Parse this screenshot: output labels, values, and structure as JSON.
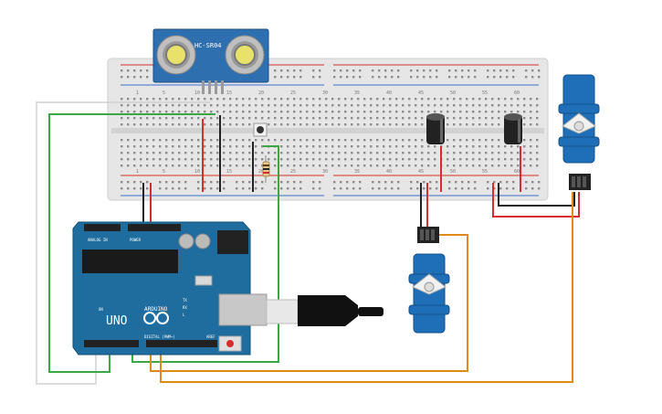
{
  "sensor": {
    "label": "HC-SR04"
  },
  "arduino": {
    "brand": "ARDUINO",
    "model": "UNO",
    "power_label": "POWER",
    "analog_label": "ANALOG IN",
    "digital_label": "DIGITAL (PWM~)",
    "tx_label": "TX",
    "rx_label": "RX",
    "l_label": "L",
    "on_label": "ON",
    "aref_label": "AREF"
  },
  "breadboard": {
    "col_numbers": [
      "1",
      "5",
      "10",
      "15",
      "20",
      "25",
      "30",
      "35",
      "40",
      "45",
      "50",
      "55",
      "60"
    ]
  },
  "colors": {
    "board": "#1f6d9e",
    "breadboard": "#e6e6e6",
    "wire_green": "#3aa845",
    "wire_red": "#d62e2e",
    "wire_black": "#222222",
    "wire_orange": "#e08a1c",
    "servo": "#1e6fb8",
    "sensor": "#2e6fb0"
  }
}
